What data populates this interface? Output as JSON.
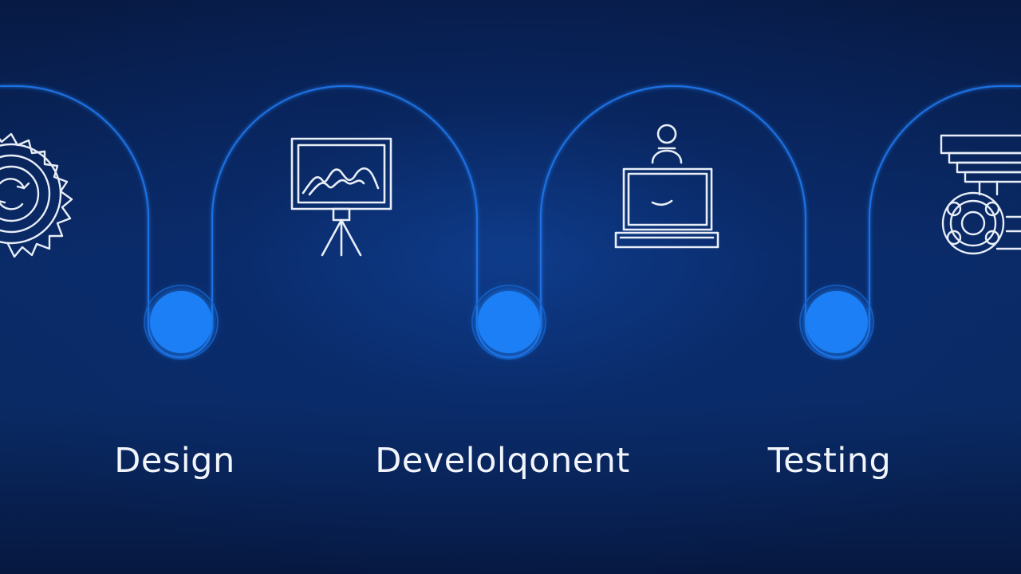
{
  "stages": [
    {
      "label": "Design",
      "icon": "easel-chart-icon"
    },
    {
      "label": "Develolqonent",
      "icon": "laptop-user-icon"
    },
    {
      "label": "Testing",
      "icon": "machine-gear-icon"
    }
  ],
  "partial_stage_icon": "gear-icon",
  "colors": {
    "background": "#0a2a66",
    "timeline": "#1877f0",
    "node": "#1f7ff5",
    "icon_stroke": "#e8eef8",
    "label": "#f2f5fb"
  }
}
